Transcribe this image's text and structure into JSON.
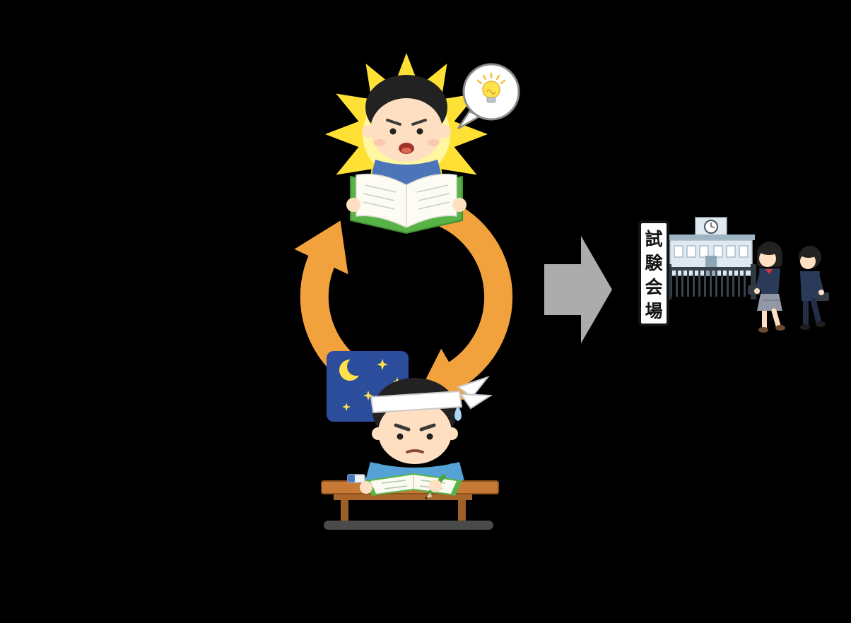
{
  "scene": {
    "description": "Study cycle (getting ideas while reading, studying hard at night) repeating, leading to the exam venue",
    "background_color": "#000000"
  },
  "sign": {
    "text": "試験会場"
  },
  "palette": {
    "cycle_arrow_orange": "#F2A23C",
    "burst_yellow": "#FFE135",
    "burst_core": "#FFF6A0",
    "bubble_border_gray": "#8A8A8A",
    "bulb_yellow": "#FFE34D",
    "night_blue": "#2C4C9C",
    "moon_star_yellow": "#FFE14A",
    "book_green": "#58B347",
    "shirt_blue_reading_boy": "#4C74B9",
    "shirt_blue_studying_boy": "#55A2D6",
    "skin": "#FFDFC2",
    "hair_black": "#222222",
    "desk_brown": "#C67A35",
    "floor_shadow_gray": "#4A4A4A",
    "big_arrow_gray": "#ACACAC",
    "sign_white": "#FFFFFF",
    "sign_border_black": "#141414",
    "school_wall": "#DEE9F0",
    "school_trim": "#9FB4C2",
    "fence_dark": "#39434D",
    "uniform_navy": "#2C3A5A",
    "bow_red": "#D6333B",
    "sweat_blue": "#A8D8F2"
  },
  "icons": {
    "lightbulb-icon": "idea bulb inside speech bubble",
    "starburst-icon": "yellow inspiration flash behind reading boy",
    "cycle-arrows-icon": "orange circular repeat arrows",
    "crescent-moon-icon": "moon on night panel",
    "star-icon": "sparkle stars on night panel",
    "pencil-icon": "green pencil in studying boy's hand",
    "clock-icon": "clock on school tower",
    "right-arrow-icon": "gray arrow meaning 'leads to'"
  }
}
